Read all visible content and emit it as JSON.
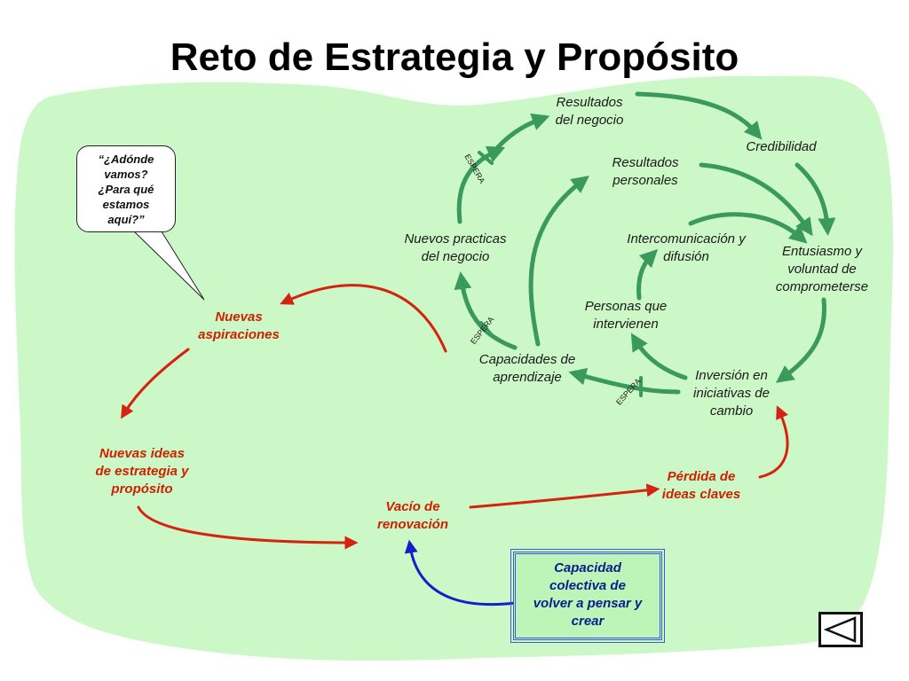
{
  "title": "Reto de Estrategia y Propósito",
  "colors": {
    "background_blob": "#ccf7c6",
    "green_arrow": "#3a9a5e",
    "red_arrow": "#d42310",
    "blue_arrow": "#1320c8",
    "red_text": "#cc2200",
    "blue_text": "#0a1d8c"
  },
  "callout": {
    "lines": [
      "“¿Adónde",
      "vamos?",
      "¿Para qué",
      "estamos",
      "aquí?”"
    ]
  },
  "nodes": {
    "resultados_negocio": [
      "Resultados",
      "del negocio"
    ],
    "credibilidad": [
      "Credibilidad"
    ],
    "resultados_personales": [
      "Resultados",
      "personales"
    ],
    "intercomunicacion": [
      "Intercomunicación y",
      "difusión"
    ],
    "entusiasmo": [
      "Entusiasmo y",
      "voluntad de",
      "comprometerse"
    ],
    "nuevos_practicas": [
      "Nuevos practicas",
      "del negocio"
    ],
    "personas": [
      "Personas que",
      "intervienen"
    ],
    "capacidades": [
      "Capacidades de",
      "aprendizaje"
    ],
    "inversion": [
      "Inversión en",
      "iniciativas de",
      "cambio"
    ],
    "nuevas_aspiraciones": [
      "Nuevas",
      "aspiraciones"
    ],
    "nuevas_ideas": [
      "Nuevas ideas",
      "de estrategia y",
      "propósito"
    ],
    "perdida": [
      "Pérdida de",
      "ideas claves"
    ],
    "vacio": [
      "Vacío de",
      "renovación"
    ],
    "capacidad_colectiva": [
      "Capacidad",
      "colectiva de",
      "volver a pensar y",
      "crear"
    ]
  },
  "delay_label": "ESPERA",
  "nav_icon": "back-triangle-icon"
}
